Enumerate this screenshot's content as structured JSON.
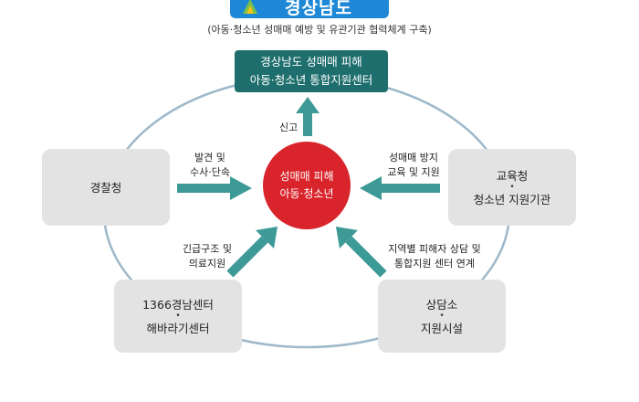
{
  "logo": {
    "text": "경상남도",
    "icon": "province-logo-icon"
  },
  "subtitle": "(아동·청소년 성매매 예방 및 유관기관 협력체계 구축)",
  "center": {
    "line1": "성매매 피해",
    "line2": "아동·청소년"
  },
  "top_box": {
    "line1": "경상남도 성매매 피해",
    "line2": "아동·청소년 통합지원센터"
  },
  "left_box": {
    "line1": "경찰청"
  },
  "right_box": {
    "line1": "교육청",
    "line2": "청소년 지원기관"
  },
  "bottom_left_box": {
    "line1": "1366경남센터",
    "line2": "해바라기센터"
  },
  "bottom_right_box": {
    "line1": "상담소",
    "line2": "지원시설"
  },
  "labels": {
    "report": "신고",
    "left_1": "발견 및",
    "left_2": "수사·단속",
    "right_1": "성매매 방지",
    "right_2": "교육 및 지원",
    "bl_1": "긴급구조 및",
    "bl_2": "의료지원",
    "br_1": "지역별 피해자 상담 및",
    "br_2": "통합지원 센터 연계"
  },
  "colors": {
    "arrow": "#3d9a97",
    "teal_box": "#1f6e6e",
    "center": "#d9242b",
    "box": "#e3e3e3",
    "ring": "#9db8c9",
    "logo": "#1e88d6"
  }
}
